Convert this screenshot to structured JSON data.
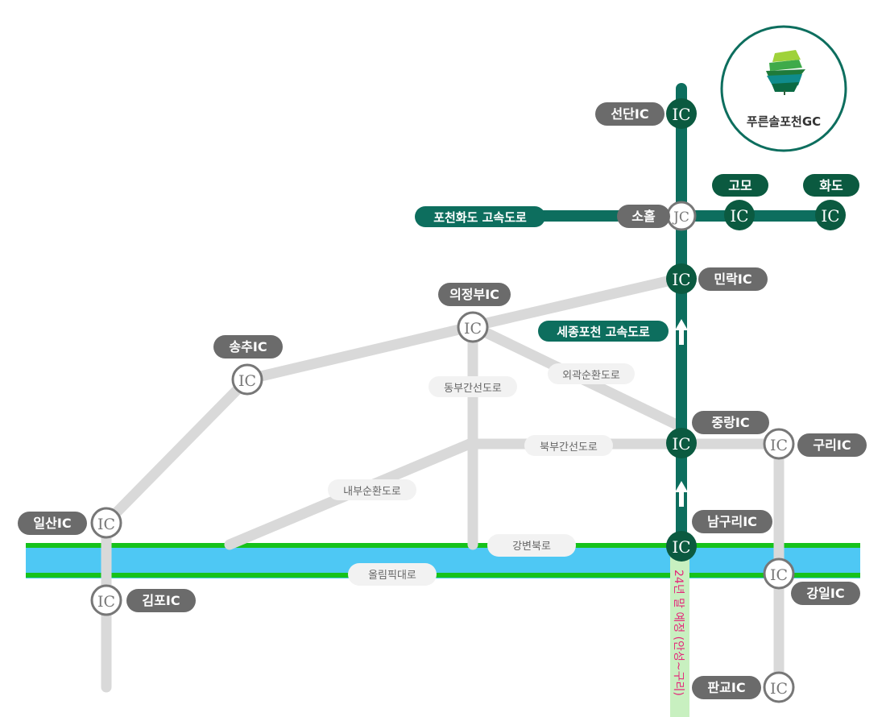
{
  "brand": {
    "name": "푸른솔포천GC",
    "logo_icon": "pine-tree-logo-icon",
    "accent_color": "#0d6e5e"
  },
  "colors": {
    "highway": "#0d6e5e",
    "ic_dark": "#0b5a40",
    "pill_gray": "#6b6b6b",
    "local_road": "#d9d9d9",
    "river": "#4ec8f4",
    "river_bank": "#16c21b",
    "planned_route": "#c8f0c0",
    "planned_text": "#e4287a"
  },
  "markers": {
    "ic_symbol": "IC",
    "jc_symbol": "JC"
  },
  "highways": {
    "pocheon_hwado": "포천화도 고속도로",
    "sejong_pocheon": "세종포천 고속도로"
  },
  "interchanges": {
    "seondan": "선단IC",
    "sohol": "소홀",
    "gomo": "고모",
    "hwado": "화도",
    "minrak": "민락IC",
    "uijeongbu": "의정부IC",
    "songchu": "송추IC",
    "jungnang": "중랑IC",
    "guri": "구리IC",
    "ilsan": "일산IC",
    "namguri": "남구리IC",
    "gimpo": "김포IC",
    "gangil": "강일IC",
    "pangyo": "판교IC"
  },
  "roads": {
    "dongbu": "동부간선도로",
    "oegwak": "외곽순환도로",
    "bukbu": "북부간선도로",
    "naebu": "내부순환도로",
    "gangbyeon": "강변북로",
    "olympic": "올림픽대로"
  },
  "planned_route_label": "24년 말 예정 (안성~구리)"
}
